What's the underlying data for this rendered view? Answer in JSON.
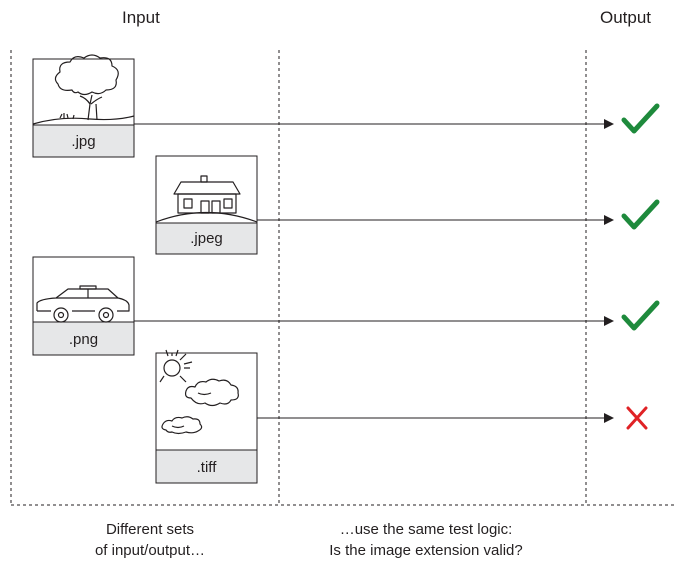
{
  "headers": {
    "input": "Input",
    "output": "Output"
  },
  "cards": [
    {
      "label": ".jpg",
      "picture": "tree-icon",
      "result": "check"
    },
    {
      "label": ".jpeg",
      "picture": "house-icon",
      "result": "check"
    },
    {
      "label": ".png",
      "picture": "car-icon",
      "result": "check"
    },
    {
      "label": ".tiff",
      "picture": "sun-clouds-icon",
      "result": "cross"
    }
  ],
  "captions": {
    "left_line1": "Different sets",
    "left_line2": "of input/output…",
    "right_line1": "…use the same test logic:",
    "right_line2": "Is the image extension valid?"
  },
  "colors": {
    "check": "#1e8a3c",
    "cross": "#e02226",
    "label_band": "#e6e7e8",
    "ink": "#231f20"
  }
}
